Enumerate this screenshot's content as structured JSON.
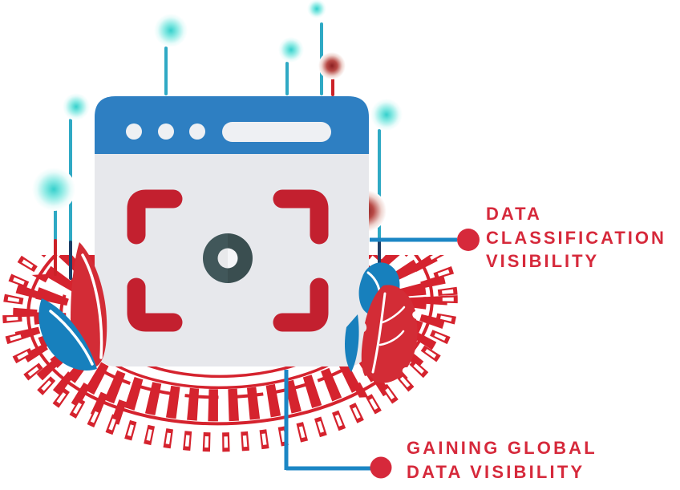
{
  "callouts": {
    "classification": {
      "lines": [
        "DATA",
        "CLASSIFICATION",
        "VISIBILITY"
      ]
    },
    "global_visibility": {
      "lines": [
        "GAINING GLOBAL",
        "DATA VISIBILITY"
      ]
    }
  },
  "colors": {
    "label_red": "#d6293b",
    "bracket_red": "#c3202f",
    "ring_red": "#d5232e",
    "stem_red": "#cc2127",
    "title_bar_blue": "#2e7fc2",
    "connector_blue": "#1b86c4",
    "leaf_blue": "#1780bd",
    "leaf_red": "#d32c36",
    "glow_teal_core": "#35d0cc",
    "glow_red_core": "#8c2022",
    "stem_teal": "#2fa9c4",
    "stem_navy": "#1c3f68",
    "window_body_gray": "#e7e8ec",
    "window_chrome_light": "#eef0f3",
    "lens_dark_teal": "#41575a"
  }
}
